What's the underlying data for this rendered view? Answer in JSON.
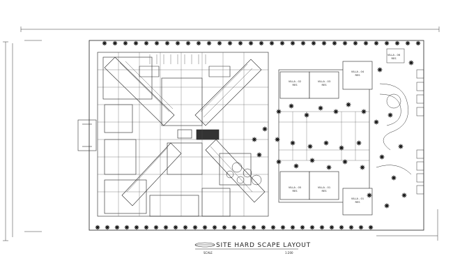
{
  "drawing": {
    "title": "SITE HARD SCAPE LAYOUT",
    "scale_label": "SCALE",
    "scale_value": "1:200"
  },
  "villas": [
    {
      "name": "VILLA - 02",
      "sub": "RES"
    },
    {
      "name": "VILLA - 03",
      "sub": "RES"
    },
    {
      "name": "VILLA - 04",
      "sub": "RES"
    },
    {
      "name": "VILLA - 05",
      "sub": "RES"
    },
    {
      "name": "VILLA - 01",
      "sub": "RES"
    },
    {
      "name": "VILLA - 01",
      "sub": "RES"
    },
    {
      "name": "VILLA - 06",
      "sub": "RES"
    }
  ],
  "colors": {
    "line": "#222222",
    "tree": "#111111",
    "paper": "#ffffff"
  }
}
